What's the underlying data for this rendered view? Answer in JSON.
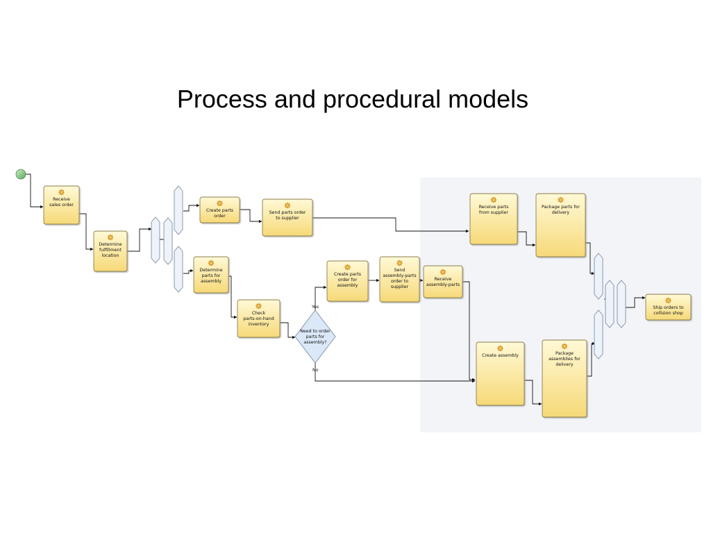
{
  "slide": {
    "title": "Process and procedural models"
  },
  "diagram": {
    "tasks": {
      "receive_sales_order": [
        "Receive",
        "sales order"
      ],
      "determine_fulfillment_location": [
        "Determine",
        "fulfillment",
        "location"
      ],
      "create_parts_order": [
        "Create parts",
        "order"
      ],
      "send_parts_order": [
        "Send parts order",
        "to supplier"
      ],
      "determine_parts_for_assembly": [
        "Determine",
        "parts for",
        "assembly"
      ],
      "check_parts_on_hand": [
        "Check",
        "parts-on-hand",
        "inventory"
      ],
      "create_parts_order_for_assembly": [
        "Create parts",
        "order for",
        "assembly"
      ],
      "send_assembly_parts_order": [
        "Send",
        "assembly-parts",
        "order to",
        "supplier"
      ],
      "receive_assembly_parts": [
        "Receive",
        "assembly-parts"
      ],
      "receive_parts_from_supplier": [
        "Receive parts",
        "from supplier"
      ],
      "package_parts_for_delivery": [
        "Package parts for",
        "delivery"
      ],
      "create_assembly": [
        "Create assembly"
      ],
      "package_assemblies_for_delivery": [
        "Package",
        "assemblies for",
        "delivery"
      ],
      "ship_orders": [
        "Ship orders to",
        "collision shop"
      ]
    },
    "decision": {
      "label": [
        "Need to order",
        "parts for",
        "assembly?"
      ],
      "yes_label": "Yes",
      "no_label": "No"
    },
    "colors": {
      "task_fill_top": "#fff9d6",
      "task_fill_bottom": "#f6d978",
      "task_border": "#8a7c4a",
      "gateway_fill": "#dbe8f7",
      "gateway_border": "#7b8ca3",
      "bar_fill": "#eef3fa",
      "bar_border": "#7d8da3",
      "start_event": "#7cbf7a",
      "gear_icon": "#c98a1c",
      "background_panel": "#f2f4f8"
    }
  }
}
